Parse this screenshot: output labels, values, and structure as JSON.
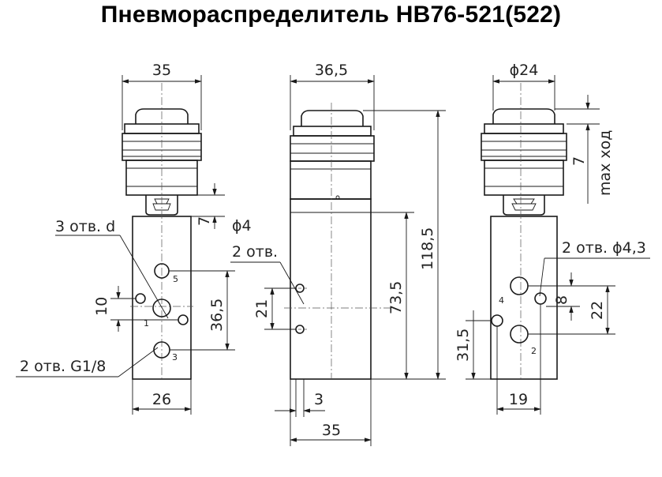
{
  "title": "Пневмораспределитель НВ76-521(522)",
  "front_view": {
    "width_top": "35",
    "stroke": "7",
    "holes_d": "3 отв. d",
    "spacing_10": "10",
    "spacing_36_5": "36,5",
    "thread": "2 отв. G1/8",
    "width_body": "26",
    "port_1": "1",
    "port_3": "3",
    "port_5": "5"
  },
  "side_view": {
    "width_top": "36,5",
    "hole_d4": "ϕ4",
    "holes_2": "2 отв.",
    "spacing_21": "21",
    "height_73_5": "73,5",
    "height_118_5": "118,5",
    "offset_3": "3",
    "width_35": "35"
  },
  "rear_view": {
    "dia_top": "ϕ24",
    "max_stroke": "max ход",
    "stroke_7": "7",
    "holes_4_3": "2 отв. ϕ4,3",
    "spacing_8": "8",
    "spacing_22": "22",
    "height_31_5": "31,5",
    "width_19": "19",
    "port_2": "2",
    "port_4": "4"
  }
}
